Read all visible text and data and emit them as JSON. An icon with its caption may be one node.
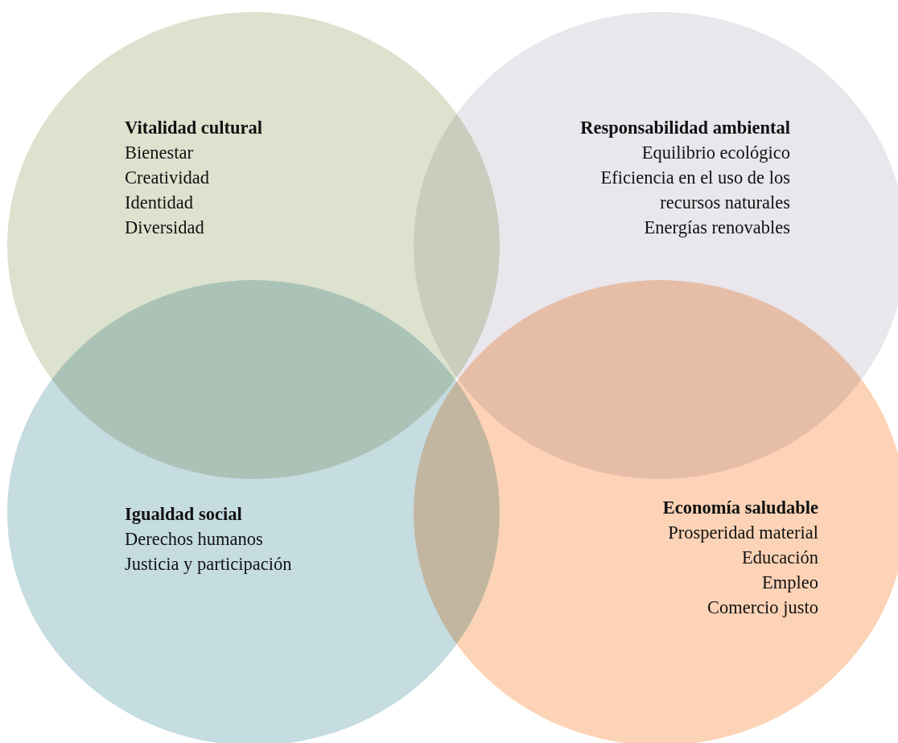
{
  "diagram": {
    "nodes": [
      {
        "text": [
          "Vitalidad cultural",
          "Bienestar",
          "Creatividad",
          "Identidad",
          "Diversidad"
        ]
      },
      {
        "text": [
          "Responsabilidad ambiental",
          "Equilibrio ecológico",
          "Eficiencia en el uso de los recursos naturales",
          "Energías renovables"
        ]
      },
      {
        "text": [
          "Igualdad social",
          "Derechos humanos",
          "Justicia y participación"
        ]
      },
      {
        "text": [
          "Economía saludable",
          "Prosperidad material",
          "Educación",
          "Empleo",
          "Comercio justo"
        ]
      }
    ]
  }
}
